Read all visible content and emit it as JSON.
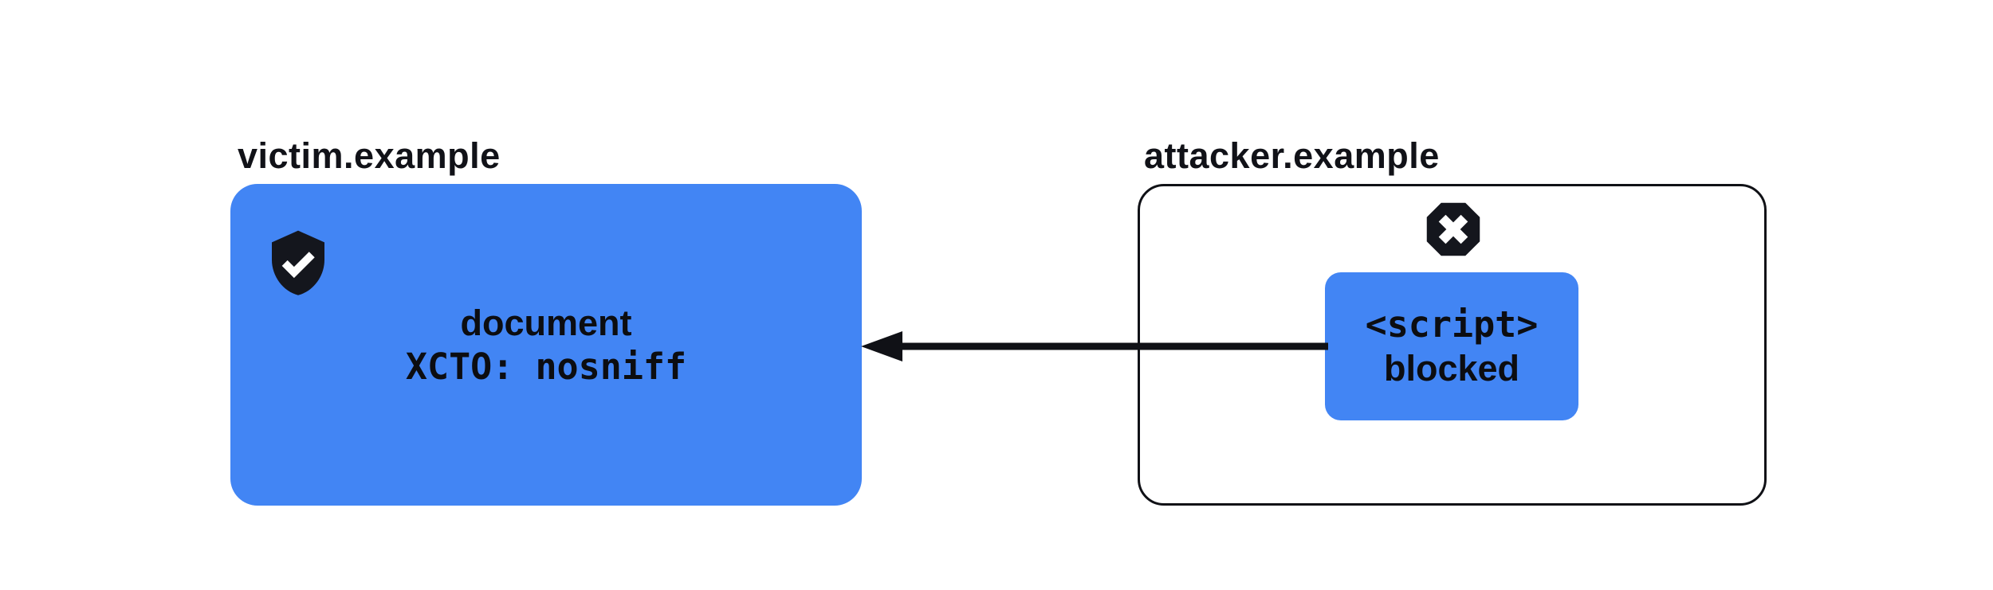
{
  "diagram": {
    "background": "#ffffff",
    "colors": {
      "accent_blue": "#4285f4",
      "ink": "#101116",
      "icon_dark": "#14161d",
      "icon_glyph_white": "#ffffff"
    },
    "victim": {
      "label": "victim.example",
      "badge_icon": "shield-check-icon",
      "line1": "document",
      "line2": "XCTO: nosniff"
    },
    "attacker": {
      "label": "attacker.example",
      "badge_icon": "blocked-x-icon",
      "script_box": {
        "line1": "<script>",
        "line2": "blocked"
      }
    },
    "arrow": {
      "icon": "arrow-left-icon",
      "direction": "attacker-to-victim"
    }
  }
}
